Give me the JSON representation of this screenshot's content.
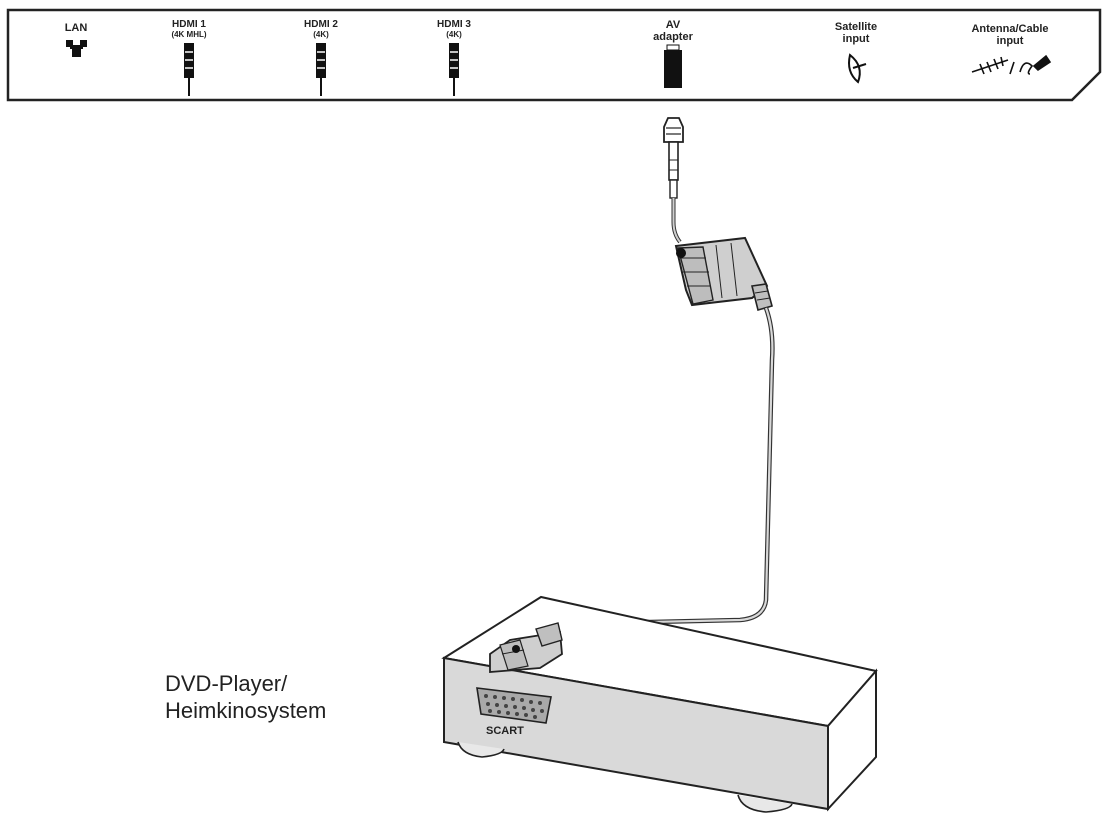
{
  "ports": [
    {
      "label": "LAN",
      "sub": "",
      "icon": "lan-icon"
    },
    {
      "label": "HDMI 1",
      "sub": "(4K MHL)",
      "icon": "hdmi-connector-icon"
    },
    {
      "label": "HDMI 2",
      "sub": "(4K)",
      "icon": "hdmi-connector-icon"
    },
    {
      "label": "HDMI 3",
      "sub": "(4K)",
      "icon": "hdmi-connector-icon"
    },
    {
      "label": "AV",
      "sub": "adapter",
      "icon": "av-adapter-icon"
    },
    {
      "label": "Satellite",
      "sub": "input",
      "icon": "satellite-icon"
    },
    {
      "label": "Antenna/Cable",
      "sub": "input",
      "icon": "antenna-cable-icon"
    }
  ],
  "device": {
    "port_label": "SCART",
    "caption_line1": "DVD-Player/",
    "caption_line2": "Heimkinosystem"
  },
  "colors": {
    "line": "#222222",
    "device_front": "#d9d9d9",
    "device_top": "#ffffff",
    "connector_gray": "#bfbfbf"
  }
}
